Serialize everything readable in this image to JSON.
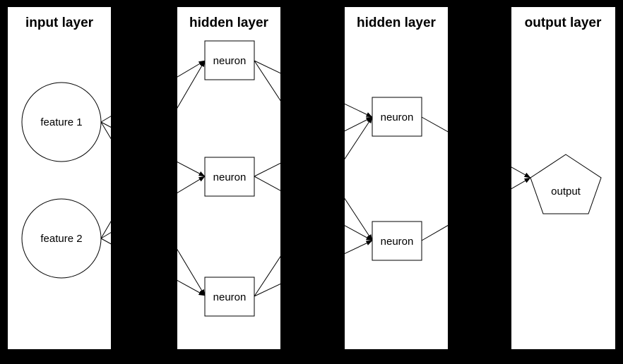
{
  "diagram": {
    "type": "neural-network",
    "colors": {
      "background": "#000000",
      "panel_fill": "#ffffff",
      "line": "#000000",
      "text": "#000000"
    },
    "layers": [
      {
        "title": "input layer",
        "nodes": [
          {
            "id": "feature-1",
            "label": "feature 1",
            "shape": "circle"
          },
          {
            "id": "feature-2",
            "label": "feature 2",
            "shape": "circle"
          }
        ]
      },
      {
        "title": "hidden layer",
        "nodes": [
          {
            "id": "h1-neuron-1",
            "label": "neuron",
            "shape": "rect"
          },
          {
            "id": "h1-neuron-2",
            "label": "neuron",
            "shape": "rect"
          },
          {
            "id": "h1-neuron-3",
            "label": "neuron",
            "shape": "rect"
          }
        ]
      },
      {
        "title": "hidden layer",
        "nodes": [
          {
            "id": "h2-neuron-1",
            "label": "neuron",
            "shape": "rect"
          },
          {
            "id": "h2-neuron-2",
            "label": "neuron",
            "shape": "rect"
          }
        ]
      },
      {
        "title": "output layer",
        "nodes": [
          {
            "id": "output",
            "label": "output",
            "shape": "pentagon"
          }
        ]
      }
    ],
    "edges": [
      {
        "from": "feature-1",
        "to": "h1-neuron-1"
      },
      {
        "from": "feature-1",
        "to": "h1-neuron-2"
      },
      {
        "from": "feature-1",
        "to": "h1-neuron-3"
      },
      {
        "from": "feature-2",
        "to": "h1-neuron-1"
      },
      {
        "from": "feature-2",
        "to": "h1-neuron-2"
      },
      {
        "from": "feature-2",
        "to": "h1-neuron-3"
      },
      {
        "from": "h1-neuron-1",
        "to": "h2-neuron-1"
      },
      {
        "from": "h1-neuron-1",
        "to": "h2-neuron-2"
      },
      {
        "from": "h1-neuron-2",
        "to": "h2-neuron-1"
      },
      {
        "from": "h1-neuron-2",
        "to": "h2-neuron-2"
      },
      {
        "from": "h1-neuron-3",
        "to": "h2-neuron-1"
      },
      {
        "from": "h1-neuron-3",
        "to": "h2-neuron-2"
      },
      {
        "from": "h2-neuron-1",
        "to": "output"
      },
      {
        "from": "h2-neuron-2",
        "to": "output"
      }
    ]
  }
}
